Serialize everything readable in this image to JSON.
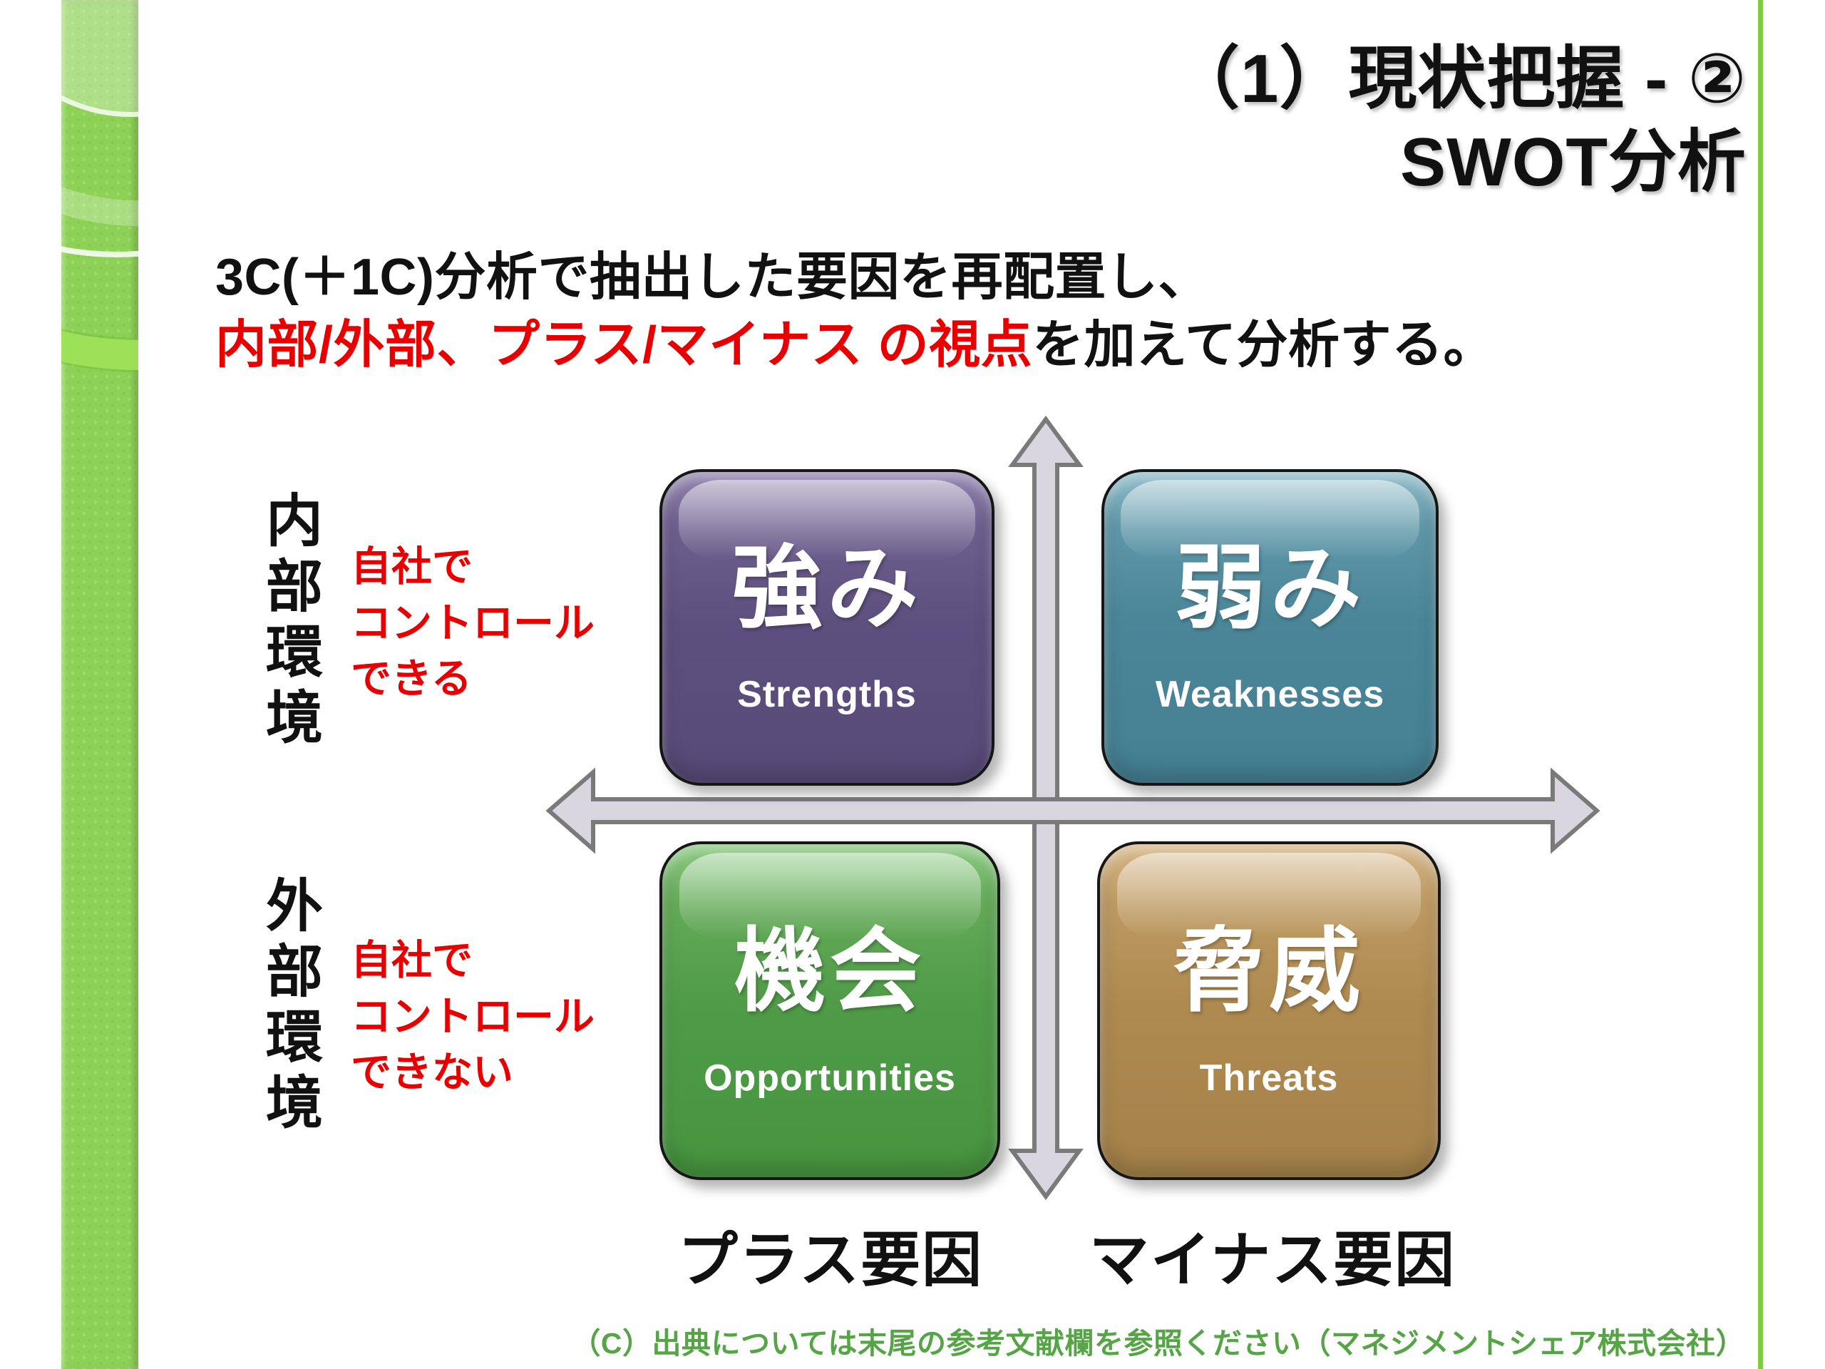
{
  "slide": {
    "title_line1": "（1）現状把握 - ②",
    "title_line2": "SWOT分析",
    "intro": {
      "line1": "3C(＋1C)分析で抽出した要因を再配置し、",
      "line2_red": "内部/外部、プラス/マイナス の視点",
      "line2_black": "を加えて分析する。"
    },
    "matrix": {
      "quadrants": [
        {
          "id": "strengths",
          "kanji": "強み",
          "english": "Strengths",
          "color": "#5d4f7e"
        },
        {
          "id": "weaknesses",
          "kanji": "弱み",
          "english": "Weaknesses",
          "color": "#4a8598"
        },
        {
          "id": "opportunities",
          "kanji": "機会",
          "english": "Opportunities",
          "color": "#4f9b48"
        },
        {
          "id": "threats",
          "kanji": "脅威",
          "english": "Threats",
          "color": "#ae8a50"
        }
      ],
      "row_labels": [
        {
          "vertical": "内部環境",
          "note_lines": [
            "自社で",
            "コントロール",
            "できる"
          ]
        },
        {
          "vertical": "外部環境",
          "note_lines": [
            "自社で",
            "コントロール",
            "できない"
          ]
        }
      ],
      "column_labels": [
        "プラス要因",
        "マイナス要因"
      ],
      "icons": {
        "vertical_axis": "double-headed-arrow-vertical",
        "horizontal_axis": "double-headed-arrow-horizontal"
      }
    },
    "footer": "（C）出典については末尾の参考文献欄を参照ください（マネジメントシェア株式会社）",
    "colors": {
      "accent_red": "#e80000",
      "footer_green": "#55a546",
      "sidebar_green": "#8ed157",
      "accent_line_green": "#7fc945",
      "axis_fill": "#d9d6e0",
      "axis_stroke": "#7a7a7a"
    }
  }
}
